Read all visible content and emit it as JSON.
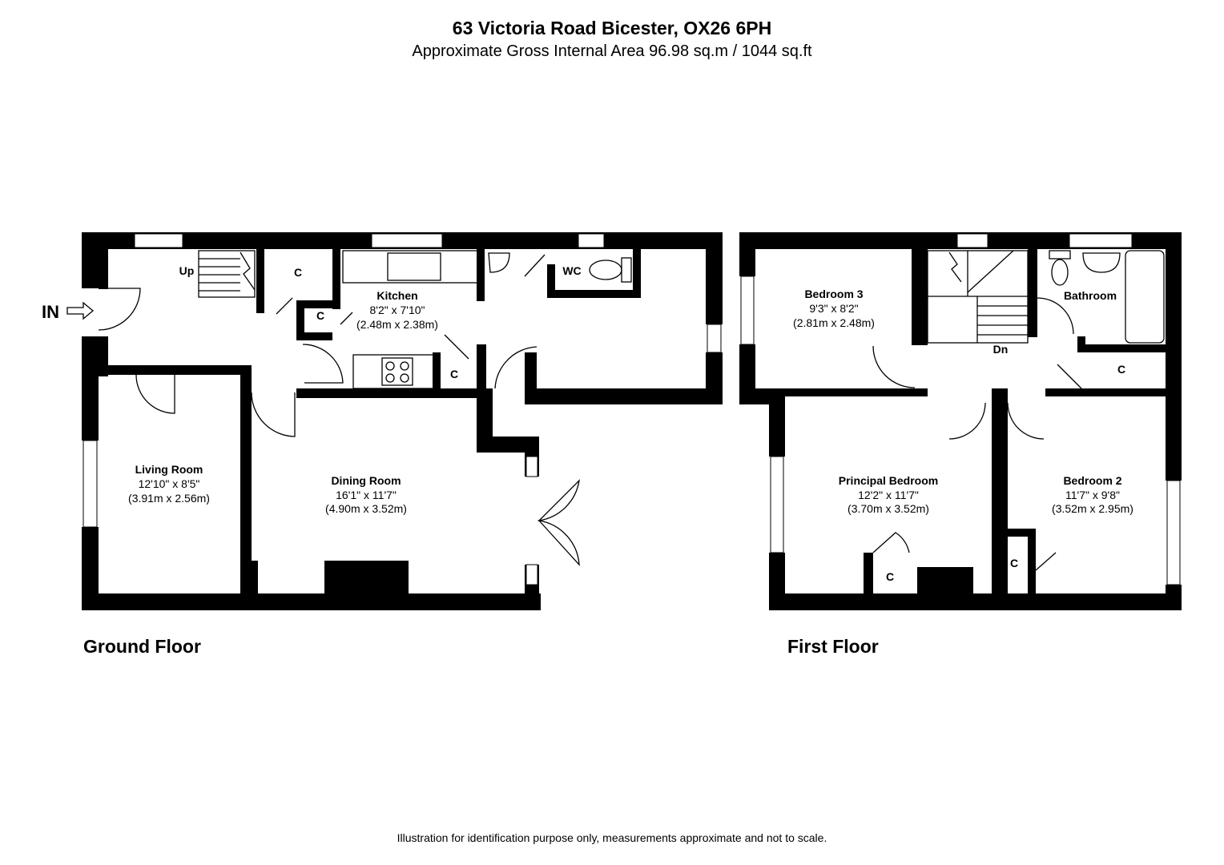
{
  "header": {
    "title": "63 Victoria Road Bicester, OX26 6PH",
    "subtitle": "Approximate Gross Internal Area 96.98 sq.m / 1044 sq.ft"
  },
  "ground_floor": {
    "label": "Ground Floor",
    "entrance_label": "IN",
    "stairs_label": "Up",
    "rooms": {
      "kitchen": {
        "name": "Kitchen",
        "imperial": "8'2\" x 7'10\"",
        "metric": "(2.48m x 2.38m)"
      },
      "wc": {
        "name": "WC"
      },
      "living": {
        "name": "Living Room",
        "imperial": "12'10\" x 8'5\"",
        "metric": "(3.91m x 2.56m)"
      },
      "dining": {
        "name": "Dining Room",
        "imperial": "16'1\" x 11'7\"",
        "metric": "(4.90m x 3.52m)"
      }
    },
    "cupboards": [
      "C",
      "C",
      "C"
    ]
  },
  "first_floor": {
    "label": "First Floor",
    "stairs_label": "Dn",
    "rooms": {
      "bedroom3": {
        "name": "Bedroom 3",
        "imperial": "9'3\" x 8'2\"",
        "metric": "(2.81m x 2.48m)"
      },
      "bathroom": {
        "name": "Bathroom"
      },
      "principal": {
        "name": "Principal Bedroom",
        "imperial": "12'2\" x 11'7\"",
        "metric": "(3.70m x 3.52m)"
      },
      "bedroom2": {
        "name": "Bedroom 2",
        "imperial": "11'7\" x 9'8\"",
        "metric": "(3.52m x 2.95m)"
      }
    },
    "cupboards": [
      "C",
      "C",
      "C"
    ]
  },
  "footer": {
    "disclaimer": "Illustration for identification purpose only, measurements approximate and not to scale."
  }
}
